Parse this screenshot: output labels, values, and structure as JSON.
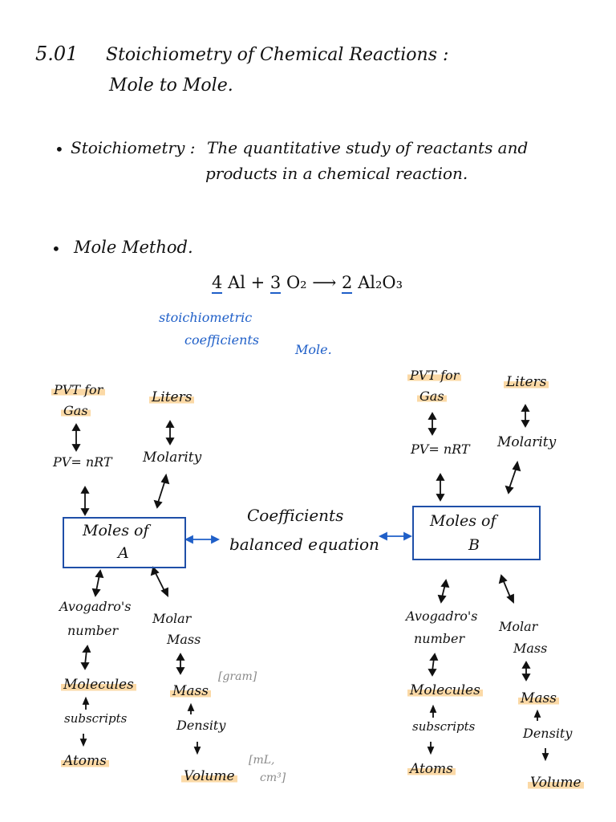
{
  "header": {
    "number": "5.01",
    "title_line1": "Stoichiometry of Chemical Reactions :",
    "title_line2": "Mole to Mole."
  },
  "definition": {
    "bullet": "•",
    "term": "Stoichiometry :",
    "text_line1": "The quantitative study of reactants and",
    "text_line2": "products in a chemical reaction."
  },
  "method": {
    "bullet": "•",
    "label": "Mole Method.",
    "equation": {
      "c1": "4",
      "s1": " Al + ",
      "c2": "3",
      "s2": " O₂  ⟶  ",
      "c3": "2",
      "s3": " Al₂O₃"
    },
    "note_line1": "stoichiometric",
    "note_line2": "coefficients",
    "note_mole": "Mole."
  },
  "diagram": {
    "middle_line1": "Coefficients",
    "middle_line2": "balanced equation",
    "left": {
      "pvt_line1": "PVT for",
      "pvt_line2": "Gas",
      "liters": "Liters",
      "pv": "PV= nRT",
      "molarity": "Molarity",
      "box_line1": "Moles of",
      "box_line2": "A",
      "avogadro_line1": "Avogadro's",
      "avogadro_line2": "number",
      "molar_line1": "Molar",
      "molar_line2": "Mass",
      "molecules": "Molecules",
      "mass": "Mass",
      "gram": "[gram]",
      "subscripts": "subscripts",
      "density": "Density",
      "atoms": "Atoms",
      "volume": "Volume",
      "units_line1": "[mL,",
      "units_line2": "cm³]"
    },
    "right": {
      "pvt_line1": "PVT for",
      "pvt_line2": "Gas",
      "liters": "Liters",
      "pv": "PV= nRT",
      "molarity": "Molarity",
      "box_line1": "Moles of",
      "box_line2": "B",
      "avogadro_line1": "Avogadro's",
      "avogadro_line2": "number",
      "molar_line1": "Molar",
      "molar_line2": "Mass",
      "molecules": "Molecules",
      "mass": "Mass",
      "subscripts": "subscripts",
      "density": "Density",
      "atoms": "Atoms",
      "volume": "Volume"
    }
  },
  "colors": {
    "highlight": "#fbd9a6",
    "box_border": "#1f4fa8",
    "blue_ink": "#1f5fc8",
    "gray_ink": "#8a8a8a"
  }
}
